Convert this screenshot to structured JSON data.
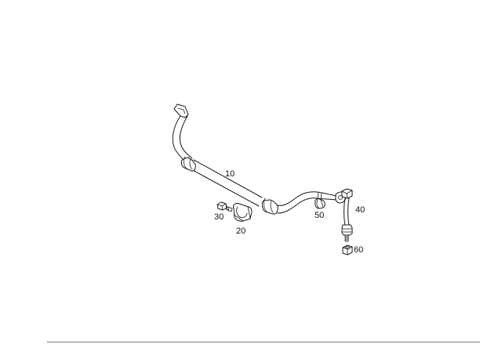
{
  "parts": [
    {
      "number": "10"
    },
    {
      "number": "20"
    },
    {
      "number": "30"
    },
    {
      "number": "40"
    },
    {
      "number": "50"
    },
    {
      "number": "60"
    }
  ]
}
